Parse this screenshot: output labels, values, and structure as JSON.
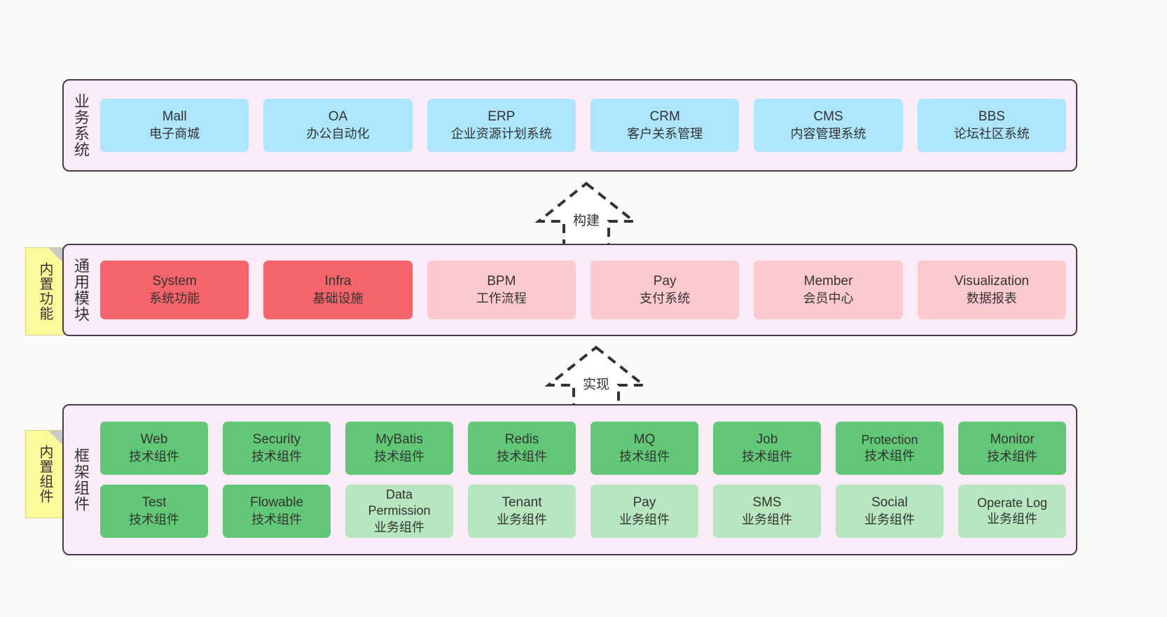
{
  "diagram": {
    "title_note_icon": "sticky-note",
    "layers": [
      {
        "id": "business",
        "title": "业务系统",
        "rows": [
          {
            "cards": [
              {
                "name": "Mall",
                "desc": "电子商城"
              },
              {
                "name": "OA",
                "desc": "办公自动化"
              },
              {
                "name": "ERP",
                "desc": "企业资源计划系统"
              },
              {
                "name": "CRM",
                "desc": "客户关系管理"
              },
              {
                "name": "CMS",
                "desc": "内容管理系统"
              },
              {
                "name": "BBS",
                "desc": "论坛社区系统"
              }
            ]
          }
        ]
      },
      {
        "id": "common-module",
        "title": "通用模块",
        "note": "内置功能",
        "rows": [
          {
            "cards": [
              {
                "name": "System",
                "desc": "系统功能"
              },
              {
                "name": "Infra",
                "desc": "基础设施"
              },
              {
                "name": "BPM",
                "desc": "工作流程"
              },
              {
                "name": "Pay",
                "desc": "支付系统"
              },
              {
                "name": "Member",
                "desc": "会员中心"
              },
              {
                "name": "Visualization",
                "desc": "数据报表"
              }
            ]
          }
        ]
      },
      {
        "id": "framework",
        "title": "框架组件",
        "note": "内置组件",
        "rows": [
          {
            "cards": [
              {
                "name": "Web",
                "desc": "技术组件"
              },
              {
                "name": "Security",
                "desc": "技术组件"
              },
              {
                "name": "MyBatis",
                "desc": "技术组件"
              },
              {
                "name": "Redis",
                "desc": "技术组件"
              },
              {
                "name": "MQ",
                "desc": "技术组件"
              },
              {
                "name": "Job",
                "desc": "技术组件"
              },
              {
                "name": "Protection",
                "desc": "技术组件"
              },
              {
                "name": "Monitor",
                "desc": "技术组件"
              }
            ]
          },
          {
            "cards": [
              {
                "name": "Test",
                "desc": "技术组件"
              },
              {
                "name": "Flowable",
                "desc": "技术组件"
              },
              {
                "name": "Data Permission",
                "desc": "业务组件"
              },
              {
                "name": "Tenant",
                "desc": "业务组件"
              },
              {
                "name": "Pay",
                "desc": "业务组件"
              },
              {
                "name": "SMS",
                "desc": "业务组件"
              },
              {
                "name": "Social",
                "desc": "业务组件"
              },
              {
                "name": "Operate Log",
                "desc": "业务组件"
              }
            ]
          }
        ]
      }
    ],
    "arrows": [
      {
        "id": "build",
        "label": "构建"
      },
      {
        "id": "implement",
        "label": "实现"
      }
    ],
    "colors": {
      "background": "#f9f9f9",
      "layer_fill": "#f9ecf6",
      "layer_border": "#4b3a4a",
      "blue": "#ade5fb",
      "red": "#f4646a",
      "pink": "#fcc9d1",
      "green": "#62c878",
      "light_green": "#b7e6bf",
      "note_yellow": "#fafa9b",
      "arrow_stroke": "#333333"
    }
  }
}
